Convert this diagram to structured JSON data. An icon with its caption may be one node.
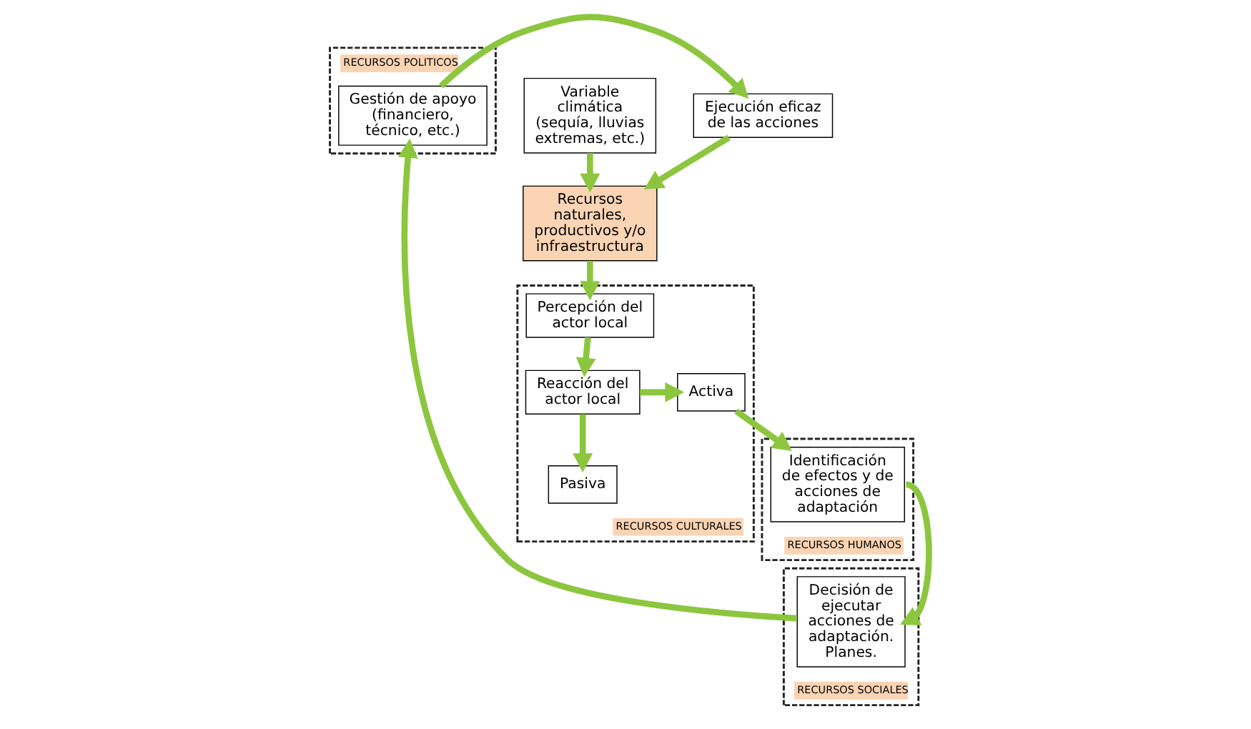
{
  "diagram": {
    "nodes": [
      {
        "text": [
          "RECURSOS POLITICOS"
        ]
      },
      {
        "text": [
          "Variable climática (sequía, lluvias extremas, etc.)"
        ]
      },
      {
        "text": [
          "Ejecución eficaz de las acciones"
        ]
      },
      {
        "text": [
          "Gestión de apoyo (financiero, técnico, etc.)"
        ],
        "in": 0
      },
      {
        "text": [
          "Recursos naturales, productivos y/o infraestructura"
        ]
      },
      {
        "text": [
          "RECURSOS CULTURALES"
        ]
      },
      {
        "text": [
          "Percepción del actor local"
        ],
        "in": 5
      },
      {
        "text": [
          "Reacción del actor local"
        ],
        "in": 5
      },
      {
        "text": [
          "Activa"
        ],
        "in": 5
      },
      {
        "text": [
          "Pasiva"
        ],
        "in": 5
      },
      {
        "text": [
          "RECURSOS HUMANOS"
        ]
      },
      {
        "text": [
          "Identificación de efectos y de acciones de adaptación"
        ],
        "in": 10
      },
      {
        "text": [
          "RECURSOS SOCIALES"
        ]
      },
      {
        "text": [
          "Decisión de ejecutar acciones de adaptación. Planes."
        ],
        "in": 12
      }
    ],
    "edges": [
      {
        "from": 1,
        "to": 4,
        "arrow": "to"
      },
      {
        "from": 4,
        "to": 6,
        "arrow": "to"
      },
      {
        "from": 6,
        "to": 7,
        "arrow": "to"
      },
      {
        "from": 7,
        "to": 9,
        "arrow": "to"
      },
      {
        "from": 7,
        "to": 8,
        "arrow": "to"
      },
      {
        "from": 8,
        "to": 11,
        "arrow": "to"
      },
      {
        "from": 11,
        "to": 13,
        "arrow": "to"
      },
      {
        "from": 13,
        "to": 3,
        "arrow": "to"
      },
      {
        "from": 3,
        "to": 2,
        "arrow": "to"
      },
      {
        "from": 2,
        "to": 4,
        "arrow": "to"
      }
    ]
  }
}
